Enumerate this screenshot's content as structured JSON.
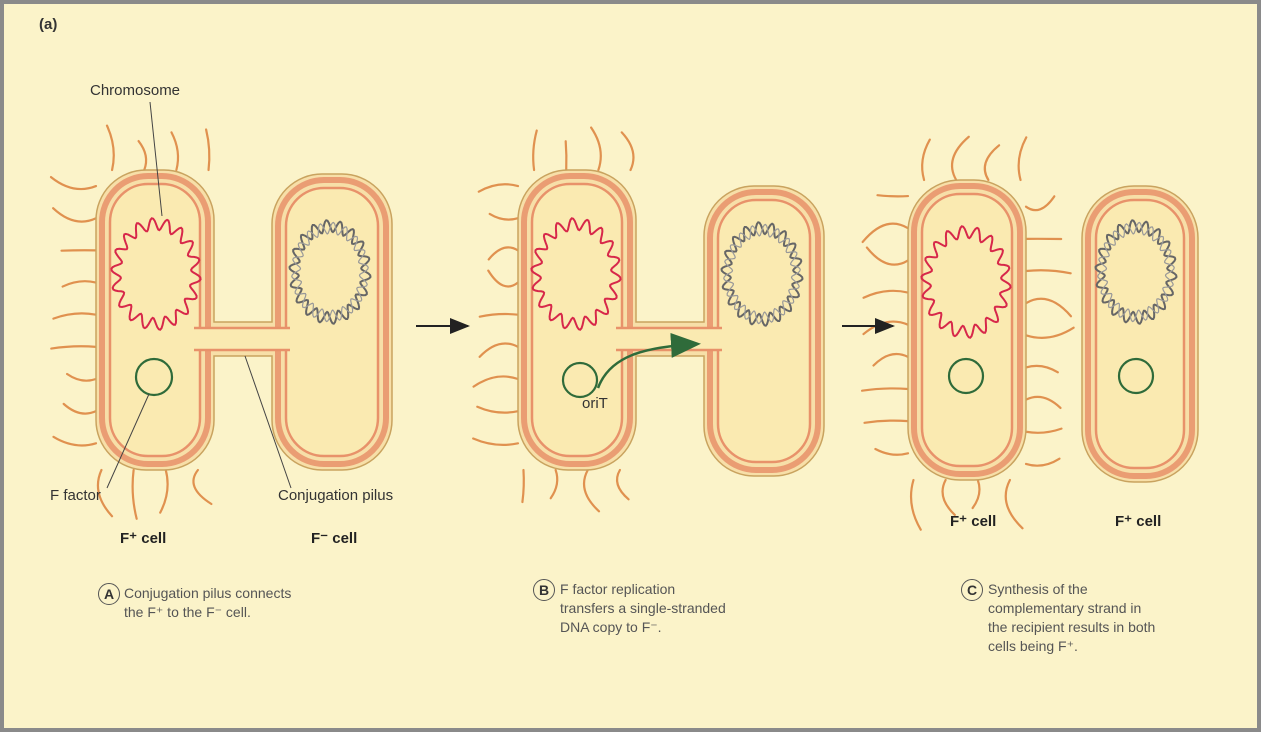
{
  "panel_label": "(a)",
  "labels": {
    "chromosome": "Chromosome",
    "f_factor": "F factor",
    "pilus": "Conjugation pilus",
    "orit": "oriT"
  },
  "cells": {
    "a_donor": "F⁺ cell",
    "a_recipient": "F⁻ cell",
    "c_left": "F⁺ cell",
    "c_right": "F⁺ cell"
  },
  "steps": [
    {
      "letter": "A",
      "caption": "Conjugation pilus connects\nthe F⁺ to the F⁻ cell."
    },
    {
      "letter": "B",
      "caption": "F factor replication\ntransfers a single-stranded\nDNA copy to F⁻."
    },
    {
      "letter": "C",
      "caption": "Synthesis of the\ncomplementary strand in\nthe recipient results in both\ncells being F⁺."
    }
  ],
  "colors": {
    "background": "#fbf3c9",
    "cell_fill": "#faeab1",
    "membrane": "#e8926a",
    "pili": "#e0914f",
    "donor_chromosome": "#d7284a",
    "recipient_chromosome": "#666666",
    "plasmid": "#2f6b3a"
  }
}
